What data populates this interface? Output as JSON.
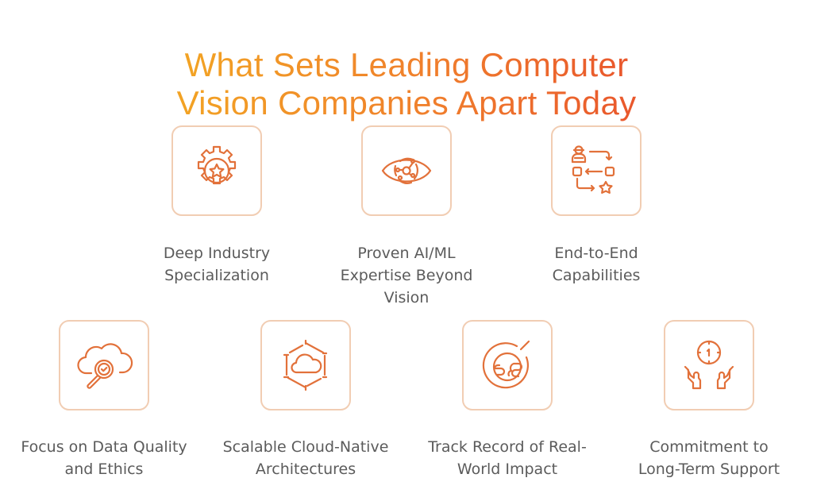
{
  "title": {
    "line1": "What Sets Leading Computer",
    "line2": "Vision Companies Apart Today"
  },
  "colors": {
    "title_gradient_start": "#F2A324",
    "title_gradient_end": "#E9572C",
    "icon_stroke": "#E2713A",
    "card_border": "#F1CDB3",
    "label_text": "#5b5b5b"
  },
  "items": [
    {
      "icon": "gear-star-icon",
      "label_lines": [
        "Deep Industry",
        "Specialization"
      ]
    },
    {
      "icon": "eye-circuit-icon",
      "label_lines": [
        "Proven AI/ML",
        "Expertise Beyond",
        "Vision"
      ]
    },
    {
      "icon": "workflow-icon",
      "label_lines": [
        "End-to-End",
        "Capabilities"
      ]
    },
    {
      "icon": "cloud-search-check-icon",
      "label_lines": [
        "Focus on Data Quality",
        "and Ethics"
      ]
    },
    {
      "icon": "cloud-hexagon-icon",
      "label_lines": [
        "Scalable Cloud-Native",
        "Architectures"
      ]
    },
    {
      "icon": "globe-impact-icon",
      "label_lines": [
        "Track Record of Real-",
        "World Impact"
      ]
    },
    {
      "icon": "hands-clock-icon",
      "label_lines": [
        "Commitment to",
        "Long-Term Support"
      ]
    }
  ]
}
